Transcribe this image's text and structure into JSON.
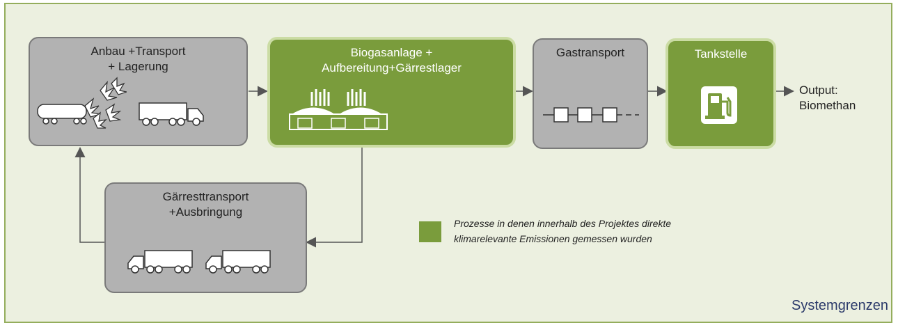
{
  "boxes": {
    "anbau": "Anbau +Transport\n+ Lagerung",
    "biogas": "Biogasanlage +\nAufbereitung+Gärrestlager",
    "gastransport": "Gastransport",
    "tankstelle": "Tankstelle",
    "gaerrest": "Gärresttransport\n+Ausbringung"
  },
  "output": "Output:\nBiomethan",
  "legend": "Prozesse in denen innerhalb des Projektes direkte\nklimarelevante Emissionen gemessen wurden",
  "system_boundary": "Systemgrenzen",
  "colors": {
    "green": "#7a9c3c",
    "grey": "#b2b2b2",
    "frame": "#94ad5c",
    "background": "#ecf0e0"
  }
}
